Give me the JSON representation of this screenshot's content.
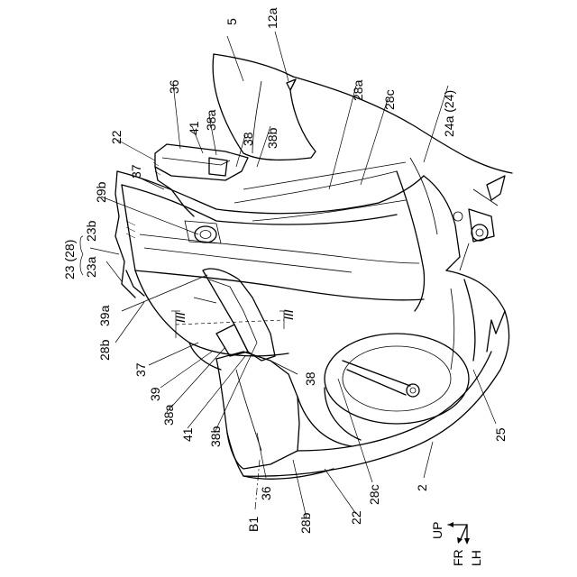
{
  "labels": {
    "l_5": "5",
    "l_12a": "12a",
    "l_36_top": "36",
    "l_41_top": "41",
    "l_38a_top": "38a",
    "l_38_top": "38",
    "l_38b_top": "38b",
    "l_28a": "28a",
    "l_28c_top": "28c",
    "l_24a": "24a (24)",
    "l_22_top": "22",
    "l_37_top": "37",
    "l_29b": "29b",
    "l_23_28": "23 (28)",
    "l_23b": "23b",
    "l_23a": "23a",
    "l_39a": "39a",
    "l_28b_left": "28b",
    "l_37_bot": "37",
    "l_39": "39",
    "l_38a_bot": "38a",
    "l_41_bot": "41",
    "l_38b_bot": "38b",
    "l_36_bot": "36",
    "l_B1": "B1",
    "l_28b_bot": "28b",
    "l_22_bot": "22",
    "l_28c_bot": "28c",
    "l_2": "2",
    "l_25": "25",
    "l_38_mid": "38",
    "sec_III_left": "III",
    "sec_III_right": "III"
  },
  "axes": {
    "up": "UP",
    "fr": "FR",
    "lh": "LH"
  }
}
